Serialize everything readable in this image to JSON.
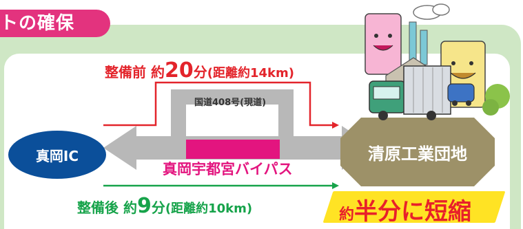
{
  "title_tab": {
    "text": "トの確保"
  },
  "before": {
    "prefix": "整備前",
    "approx": "約",
    "minutes": "20",
    "unit": "分",
    "distance": "(距離約14km)"
  },
  "road_label": "国道408号(現道)",
  "bypass_label": "真岡宇都宮バイパス",
  "after": {
    "prefix": "整備後",
    "approx": "約",
    "minutes": "9",
    "unit": "分",
    "distance": "(距離約10km)"
  },
  "summary": {
    "lead": "約",
    "main": "半分に短縮"
  },
  "nodes": {
    "origin": "真岡IC",
    "destination": "清原工業団地"
  },
  "colors": {
    "title_tab": "#e3337e",
    "frame_green": "#cfe7c5",
    "before_red": "#e3242b",
    "after_green": "#16a34a",
    "bypass_magenta": "#e3157f",
    "origin_blue": "#0b4f9a",
    "destination_olive": "#9d9168",
    "road_gray": "#b8b8b8",
    "summary_yellow": "#ffe324"
  }
}
